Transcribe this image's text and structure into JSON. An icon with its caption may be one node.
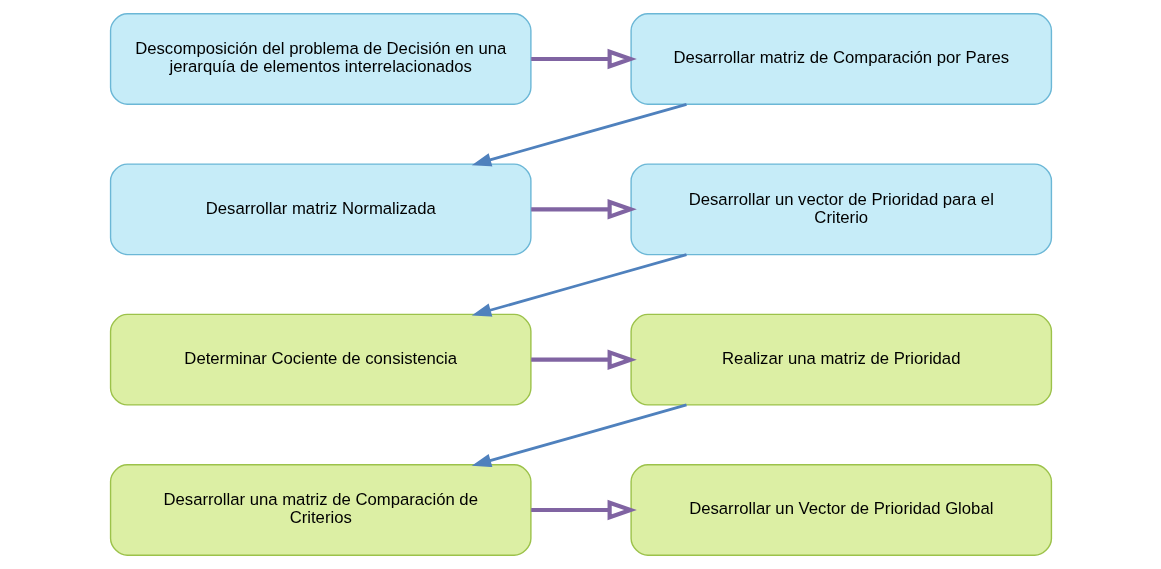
{
  "diagram": {
    "nodes": [
      {
        "text": [
          "Descomposición del problema de Decisión en una jerarquía de elementos interrelacionados"
        ]
      },
      {
        "text": [
          "Desarrollar matriz de Comparación por Pares"
        ]
      },
      {
        "text": [
          "Desarrollar matriz Normalizada"
        ]
      },
      {
        "text": [
          "Desarrollar un vector de Prioridad para el Criterio"
        ]
      },
      {
        "text": [
          "Determinar Cociente de consistencia"
        ]
      },
      {
        "text": [
          "Realizar una matriz de Prioridad"
        ]
      },
      {
        "text": [
          "Desarrollar una matriz de Comparación de Criterios"
        ]
      },
      {
        "text": [
          "Desarrollar un Vector de Prioridad Global"
        ]
      }
    ],
    "edges": [
      {
        "from": 0,
        "to": 1,
        "arrow": "to"
      },
      {
        "from": 1,
        "to": 2,
        "arrow": "to",
        "color": "#4f81bd"
      },
      {
        "from": 2,
        "to": 3,
        "arrow": "to"
      },
      {
        "from": 3,
        "to": 4,
        "arrow": "to",
        "color": "#4f81bd"
      },
      {
        "from": 4,
        "to": 5,
        "arrow": "to"
      },
      {
        "from": 5,
        "to": 6,
        "arrow": "to",
        "color": "#4f81bd"
      },
      {
        "from": 6,
        "to": 7,
        "arrow": "to"
      }
    ]
  }
}
